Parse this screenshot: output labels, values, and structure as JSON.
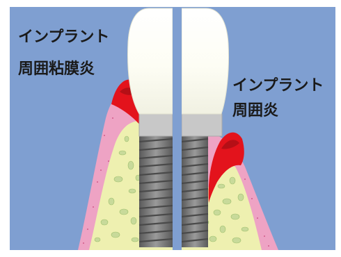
{
  "labels": {
    "left_line1": "インプラント",
    "left_line2": "周囲粘膜炎",
    "right_line1": "インプラント",
    "right_line2": "周囲炎"
  },
  "colors": {
    "background": "#ffffff",
    "panel": "#7f9fd1",
    "gum": "#eea3c4",
    "bone": "#eef0b0",
    "trabecula": "#c8da9a",
    "inflamed_tissue": "#e3131c",
    "crown": "#fbfbf2",
    "abutment": "#c8c8c8",
    "implant_thread": "#8c8c8c",
    "implant_dark": "#5c5c5c"
  }
}
